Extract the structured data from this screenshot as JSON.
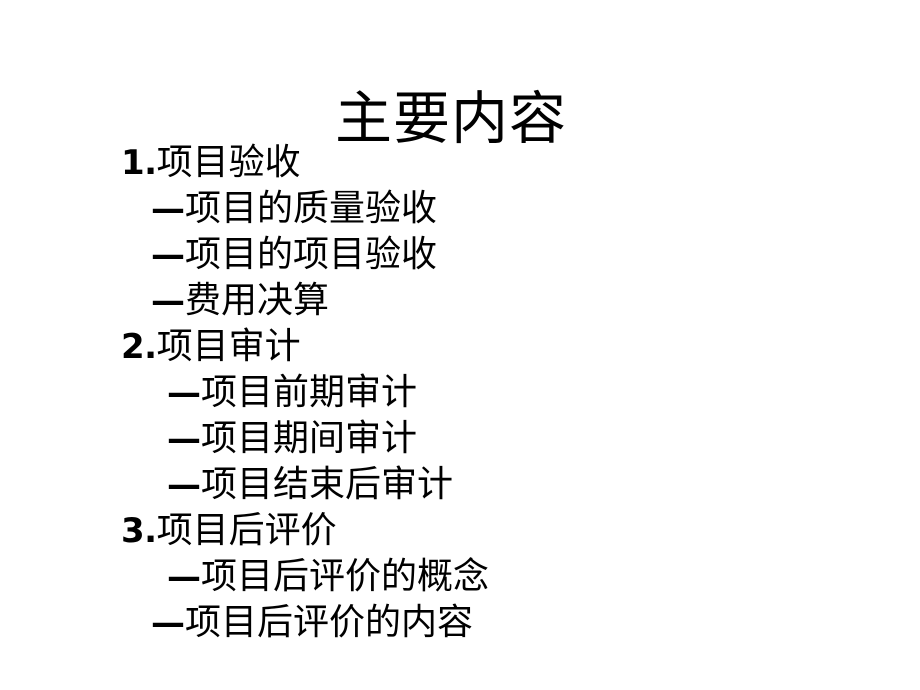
{
  "slide": {
    "title": "主要内容",
    "background_color": "#ffffff",
    "text_color": "#000000",
    "outline": [
      {
        "level": 1,
        "marker": "1.",
        "text": "项目验收"
      },
      {
        "level": 2,
        "indent": "shallow",
        "marker": "—",
        "text": "项目的质量验收"
      },
      {
        "level": 2,
        "indent": "shallow",
        "marker": "—",
        "text": "项目的项目验收"
      },
      {
        "level": 2,
        "indent": "shallow",
        "marker": "—",
        "text": "费用决算"
      },
      {
        "level": 1,
        "marker": "2.",
        "text": "项目审计"
      },
      {
        "level": 2,
        "indent": "deep",
        "marker": "—",
        "text": "项目前期审计"
      },
      {
        "level": 2,
        "indent": "deep",
        "marker": "—",
        "text": "项目期间审计"
      },
      {
        "level": 2,
        "indent": "deep",
        "marker": "—",
        "text": "项目结束后审计"
      },
      {
        "level": 1,
        "marker": "3.",
        "text": "项目后评价"
      },
      {
        "level": 2,
        "indent": "deep",
        "marker": "—",
        "text": "项目后评价的概念"
      },
      {
        "level": 2,
        "indent": "shallow",
        "marker": "—",
        "text": "项目后评价的内容"
      }
    ]
  }
}
